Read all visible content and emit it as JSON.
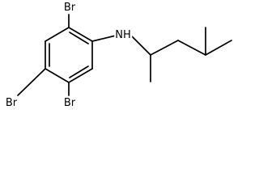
{
  "molecule": {
    "atom_labels": {
      "bromine_top": "Br",
      "amine": "NH",
      "bromine_left": "Br",
      "bromine_bottom": "Br"
    },
    "colors": {
      "bond": "#000000",
      "text": "#000000",
      "background": "#ffffff"
    }
  }
}
